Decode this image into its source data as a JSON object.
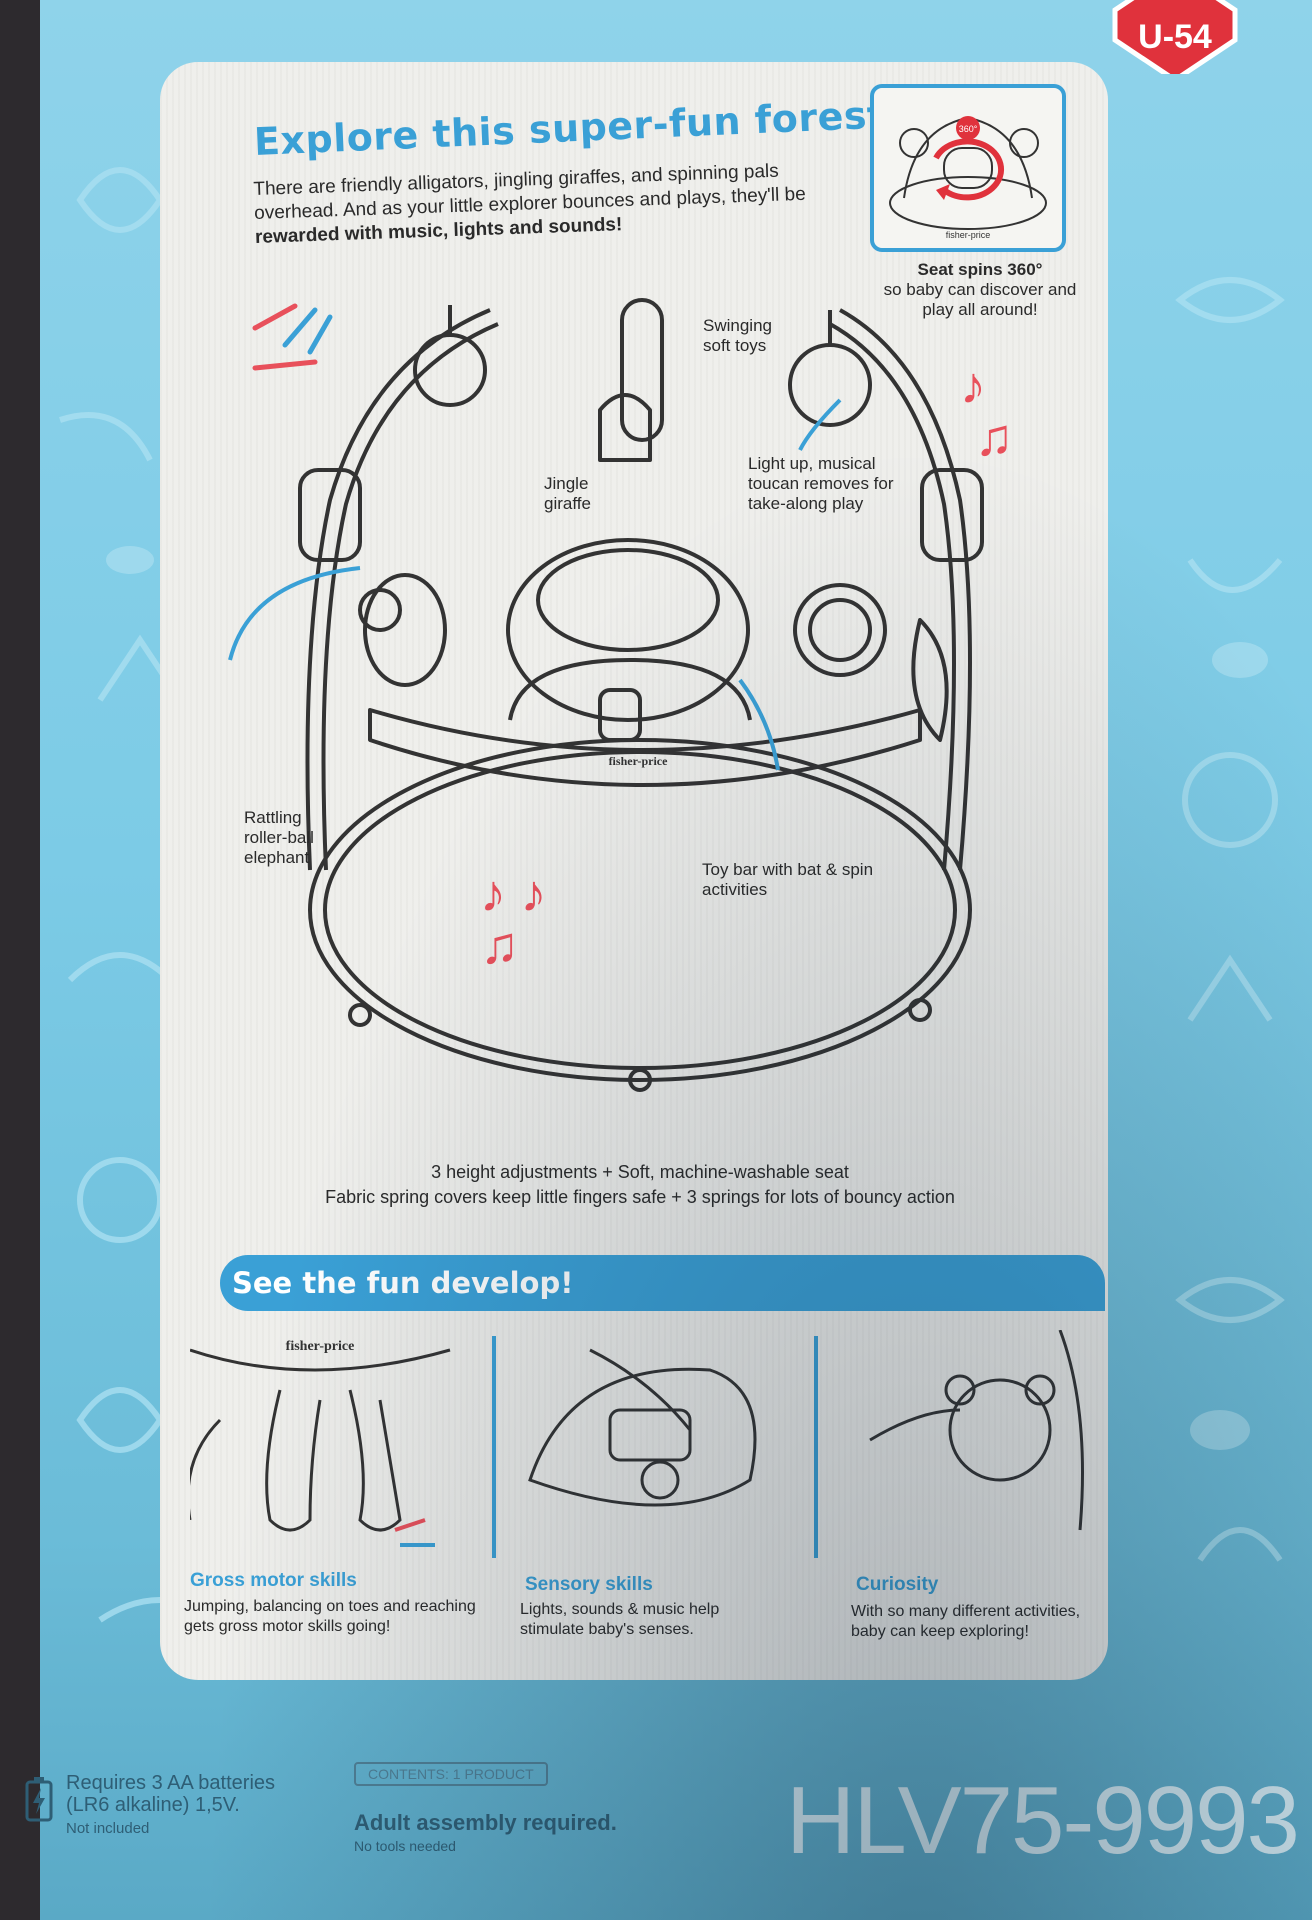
{
  "badge": {
    "label": "U-54"
  },
  "headline": "Explore this super-fun forest",
  "intro": {
    "line_a": "There are friendly alligators, jingling giraffes, and spinning pals overhead. And as your little explorer bounces and plays, they'll be ",
    "line_b": "rewarded with music, lights and sounds!"
  },
  "inset": {
    "badge": "360°",
    "brand": "fisher-price"
  },
  "spin": {
    "title": "Seat spins 360°",
    "desc": "so baby can discover and play all around!"
  },
  "callouts": {
    "swinging": "Swinging soft toys",
    "giraffe": "Jingle giraffe",
    "toucan": "Light up, musical toucan removes for take-along play",
    "elephant": "Rattling roller-ball elephant",
    "toybar": "Toy bar with bat & spin activities",
    "brand": "fisher-price"
  },
  "features": {
    "line1": "3 height adjustments + Soft, machine-washable seat",
    "line2": "Fabric spring covers keep little fingers safe + 3 springs for lots of bouncy action"
  },
  "develop": {
    "title": "See the fun develop!",
    "brand": "fisher-price",
    "skills": [
      {
        "title": "Gross motor skills",
        "desc": "Jumping, balancing on toes and reaching gets gross motor skills going!"
      },
      {
        "title": "Sensory skills",
        "desc": "Lights, sounds & music help stimulate baby's senses."
      },
      {
        "title": "Curiosity",
        "desc": "With so many different activities, baby can keep exploring!"
      }
    ]
  },
  "footer": {
    "batteries": "Requires 3 AA batteries (LR6 alkaline) 1,5V.",
    "batteries_note": "Not included",
    "contents": "CONTENTS: 1 PRODUCT",
    "assembly": "Adult assembly required.",
    "tools": "No tools needed",
    "code": "HLV75-9993"
  },
  "colors": {
    "accent": "#3aa0d6",
    "note": "#e8505b",
    "box": "#7ccbe6",
    "panel": "#efefec"
  }
}
